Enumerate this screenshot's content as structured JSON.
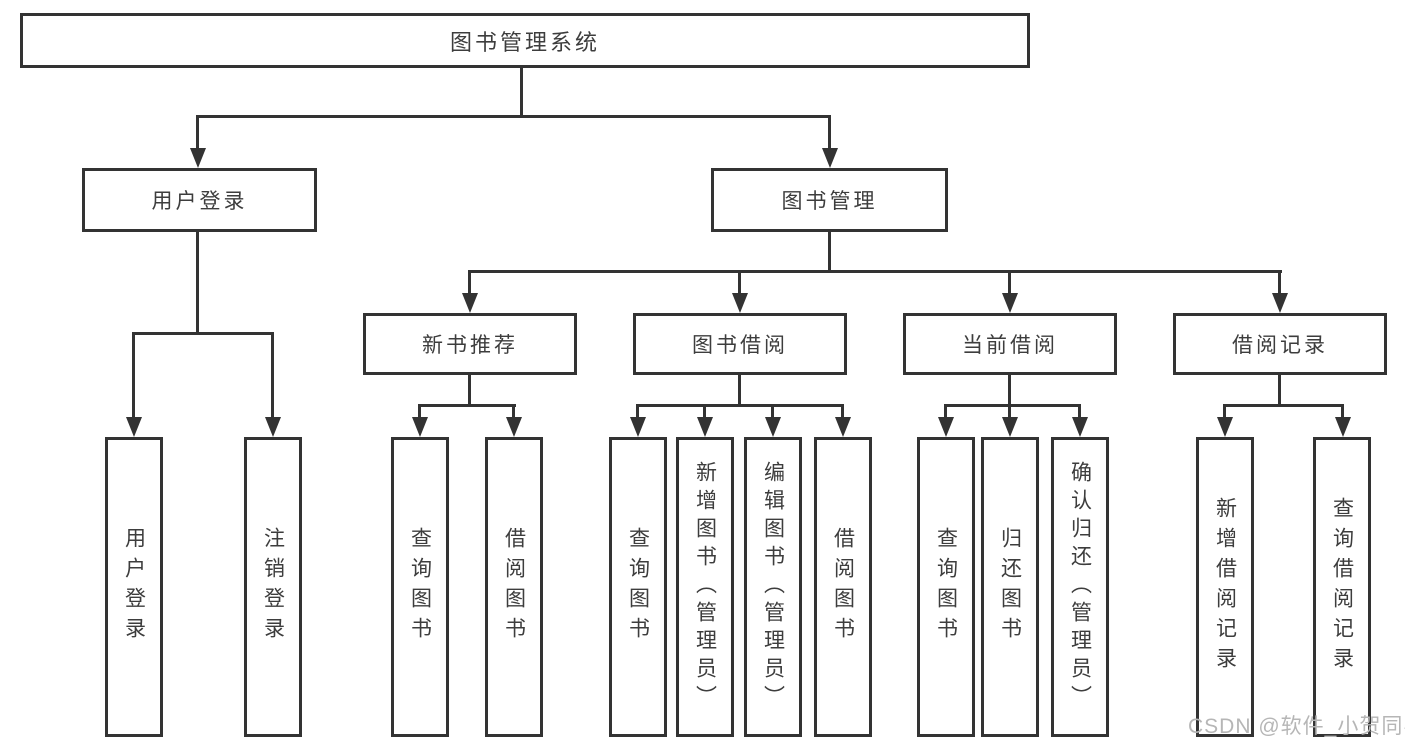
{
  "tree": {
    "root": "图书管理系统",
    "children": [
      {
        "label": "用户登录",
        "children": [
          "用户登录",
          "注销登录"
        ]
      },
      {
        "label": "图书管理",
        "children": [
          {
            "label": "新书推荐",
            "children": [
              "查询图书",
              "借阅图书"
            ]
          },
          {
            "label": "图书借阅",
            "children": [
              "查询图书",
              "新增图书（管理员）",
              "编辑图书（管理员）",
              "借阅图书"
            ]
          },
          {
            "label": "当前借阅",
            "children": [
              "查询图书",
              "归还图书",
              "确认归还（管理员）"
            ]
          },
          {
            "label": "借阅记录",
            "children": [
              "新增借阅记录",
              "查询借阅记录"
            ]
          }
        ]
      }
    ]
  },
  "watermark": {
    "text": "CSDN @软件_小贺同学"
  },
  "colors": {
    "line": "#333333",
    "text": "#3d3d3d",
    "watermark": "#b6b6b6",
    "background": "#ffffff"
  }
}
